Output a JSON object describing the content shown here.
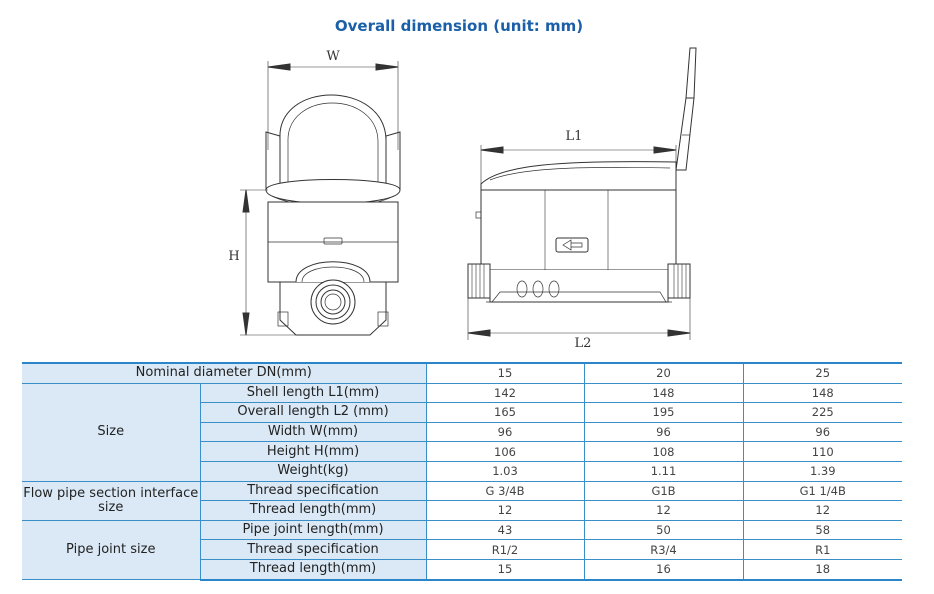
{
  "title": "Overall dimension (unit: mm)",
  "drawing_labels": {
    "w": "W",
    "h": "H",
    "l1": "L1",
    "l2": "L2"
  },
  "table": {
    "nominal_label": "Nominal diameter DN(mm)",
    "nominal_values": [
      "15",
      "20",
      "25"
    ],
    "groups": [
      {
        "label": "Size",
        "rows": [
          {
            "label": "Shell length L1(mm)",
            "values": [
              "142",
              "148",
              "148"
            ]
          },
          {
            "label": "Overall length L2  (mm)",
            "values": [
              "165",
              "195",
              "225"
            ]
          },
          {
            "label": "Width W(mm)",
            "values": [
              "96",
              "96",
              "96"
            ]
          },
          {
            "label": "Height H(mm)",
            "values": [
              "106",
              "108",
              "110"
            ]
          },
          {
            "label": "Weight(kg)",
            "values": [
              "1.03",
              "1.11",
              "1.39"
            ]
          }
        ]
      },
      {
        "label": "Flow pipe section interface size",
        "rows": [
          {
            "label": "Thread specification",
            "values": [
              "G 3/4B",
              "G1B",
              "G1 1/4B"
            ]
          },
          {
            "label": "Thread length(mm)",
            "values": [
              "12",
              "12",
              "12"
            ]
          }
        ]
      },
      {
        "label": "Pipe joint size",
        "rows": [
          {
            "label": "Pipe joint length(mm)",
            "values": [
              "43",
              "50",
              "58"
            ]
          },
          {
            "label": "Thread specification",
            "values": [
              "R1/2",
              "R3/4",
              "R1"
            ]
          },
          {
            "label": "Thread length(mm)",
            "values": [
              "15",
              "16",
              "18"
            ]
          }
        ]
      }
    ]
  }
}
